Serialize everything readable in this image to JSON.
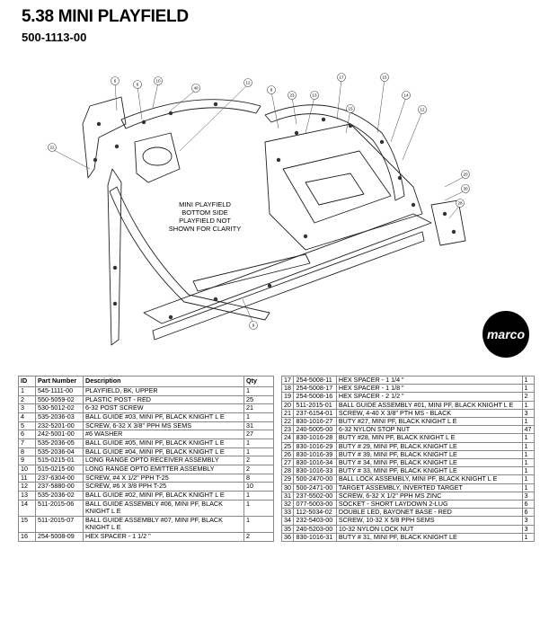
{
  "header": {
    "title": "5.38 MINI PLAYFIELD",
    "part_number": "500-1113-00"
  },
  "diagram": {
    "note_lines": [
      "MINI PLAYFIELD",
      "BOTTOM SIDE",
      "PLAYFIELD NOT",
      "SHOWN FOR CLARITY"
    ],
    "callouts": [
      "6",
      "6",
      "10",
      "40",
      "12",
      "22",
      "8",
      "13",
      "17",
      "15",
      "14",
      "12",
      "20",
      "30",
      "28",
      "15",
      "9",
      "23"
    ]
  },
  "logo": {
    "text": "marco"
  },
  "parts_table": {
    "headers": {
      "id": "ID",
      "part_number": "Part Number",
      "description": "Description",
      "qty": "Qty"
    },
    "left_rows": [
      {
        "id": "1",
        "pn": "545-1111-00",
        "desc": "PLAYFIELD, BK, UPPER",
        "qty": "1"
      },
      {
        "id": "2",
        "pn": "550-5059-02",
        "desc": "PLASTIC POST - RED",
        "qty": "25"
      },
      {
        "id": "3",
        "pn": "530-5012-02",
        "desc": "6-32 POST SCREW",
        "qty": "21"
      },
      {
        "id": "4",
        "pn": "535-2036-03",
        "desc": "BALL GUIDE #03, MINI PF, BLACK KNIGHT L E",
        "qty": "1"
      },
      {
        "id": "5",
        "pn": "232-5201-00",
        "desc": "SCREW, 6-32 X 3/8\" PPH MS SEMS",
        "qty": "31"
      },
      {
        "id": "6",
        "pn": "242-5001-00",
        "desc": "#6 WASHER",
        "qty": "27"
      },
      {
        "id": "7",
        "pn": "535-2036-05",
        "desc": "BALL GUIDE #05, MINI PF, BLACK KNIGHT L E",
        "qty": "1"
      },
      {
        "id": "8",
        "pn": "535-2036-04",
        "desc": "BALL GUIDE #04, MINI PF, BLACK KNIGHT L E",
        "qty": "1"
      },
      {
        "id": "9",
        "pn": "515-0215-01",
        "desc": "LONG RANGE OPTO RECEIVER ASSEMBLY",
        "qty": "2"
      },
      {
        "id": "10",
        "pn": "515-0215-00",
        "desc": "LONG RANGE OPTO EMITTER ASSEMBLY",
        "qty": "2"
      },
      {
        "id": "11",
        "pn": "237-6304-00",
        "desc": "SCREW, #4 X 1/2\" PPH T-25",
        "qty": "8"
      },
      {
        "id": "12",
        "pn": "237-5880-00",
        "desc": "SCREW, #6 X 3/8 PPH T-25",
        "qty": "10"
      },
      {
        "id": "13",
        "pn": "535-2036-02",
        "desc": "BALL GUIDE #02, MINI PF, BLACK KNIGHT L E",
        "qty": "1"
      },
      {
        "id": "14",
        "pn": "511-2015-06",
        "desc": "BALL GUIDE ASSEMBLY #06, MINI PF, BLACK KNIGHT  L E",
        "qty": "1"
      },
      {
        "id": "15",
        "pn": "511-2015-07",
        "desc": "BALL GUIDE ASSEMBLY #07, MINI PF, BLACK KNIGHT  L E",
        "qty": "1"
      },
      {
        "id": "16",
        "pn": "254-5008-09",
        "desc": "HEX SPACER - 1  1/2 \"",
        "qty": "2"
      }
    ],
    "right_rows": [
      {
        "id": "17",
        "pn": "254-5008-11",
        "desc": "HEX SPACER - 1  1/4 \"",
        "qty": "1"
      },
      {
        "id": "18",
        "pn": "254-5008-17",
        "desc": "HEX SPACER - 1  1/8 \"",
        "qty": "1"
      },
      {
        "id": "19",
        "pn": "254-5008-16",
        "desc": "HEX SPACER - 2  1/2 \"",
        "qty": "2"
      },
      {
        "id": "20",
        "pn": "511-2015-01",
        "desc": "BALL GUIDE ASSEMBLY #01, MINI PF, BLACK KNIGHT  L E",
        "qty": "1"
      },
      {
        "id": "21",
        "pn": "237-6154-01",
        "desc": "SCREW, 4-40 X 3/8\" PTH MS - BLACK",
        "qty": "3"
      },
      {
        "id": "22",
        "pn": "830-1016-27",
        "desc": "BUTY #27, MINI PF, BLACK KNIGHT L E",
        "qty": "1"
      },
      {
        "id": "23",
        "pn": "240-5005-00",
        "desc": "6-32 NYLON STOP NUT",
        "qty": "47"
      },
      {
        "id": "24",
        "pn": "830-1016-28",
        "desc": "BUTY #28, MIN PF, BLACK KNIGHT L E",
        "qty": "1"
      },
      {
        "id": "25",
        "pn": "830-1016-29",
        "desc": "BUTY # 29, MINI PF, BLACK KNIGHT LE",
        "qty": "1"
      },
      {
        "id": "26",
        "pn": "830-1016-39",
        "desc": "BUTY # 39, MINI PF, BLACK KNIGHT LE",
        "qty": "1"
      },
      {
        "id": "27",
        "pn": "830-1016-34",
        "desc": "BUTY # 34, MINI PF, BLACK KNIGHT LE",
        "qty": "1"
      },
      {
        "id": "28",
        "pn": "830-1016-33",
        "desc": "BUTY # 33, MINI PF, BLACK KNIGHT LE",
        "qty": "1"
      },
      {
        "id": "29",
        "pn": "500-2470-00",
        "desc": "BALL LOCK ASSEMBLY, MINI PF, BLACK KNIGHT  L E",
        "qty": "1"
      },
      {
        "id": "30",
        "pn": "500-2471-00",
        "desc": "TARGET ASSEMBLY, INVERTED TARGET",
        "qty": "1"
      },
      {
        "id": "31",
        "pn": "237-5502-00",
        "desc": "SCREW, 6-32 X 1/2\" PPH MS ZINC",
        "qty": "3"
      },
      {
        "id": "32",
        "pn": "077-5003-00",
        "desc": "SOCKET - SHORT LAYDOWN 2-LUG",
        "qty": "6"
      },
      {
        "id": "33",
        "pn": "112-5034-02",
        "desc": "DOUBLE LED, BAYONET BASE - RED",
        "qty": "6"
      },
      {
        "id": "34",
        "pn": "232-5403-00",
        "desc": "SCREW, 10-32 X 5/8 PPH SEMS",
        "qty": "3"
      },
      {
        "id": "35",
        "pn": "240-5203-00",
        "desc": "10-32 NYLON LOCK NUT",
        "qty": "3"
      },
      {
        "id": "36",
        "pn": "830-1016-31",
        "desc": "BUTY # 31, MINI PF, BLACK KNIGHT LE",
        "qty": "1"
      }
    ]
  }
}
